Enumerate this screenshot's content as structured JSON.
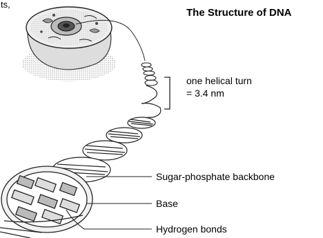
{
  "fragment_text": "ts,",
  "title": "The Structure of DNA",
  "annotations": {
    "helical_turn_line1": "one helical turn",
    "helical_turn_line2": "= 3.4 nm"
  },
  "labels": {
    "backbone": "Sugar-phosphate backbone",
    "base": "Base",
    "hydrogen_bonds": "Hydrogen bonds"
  }
}
